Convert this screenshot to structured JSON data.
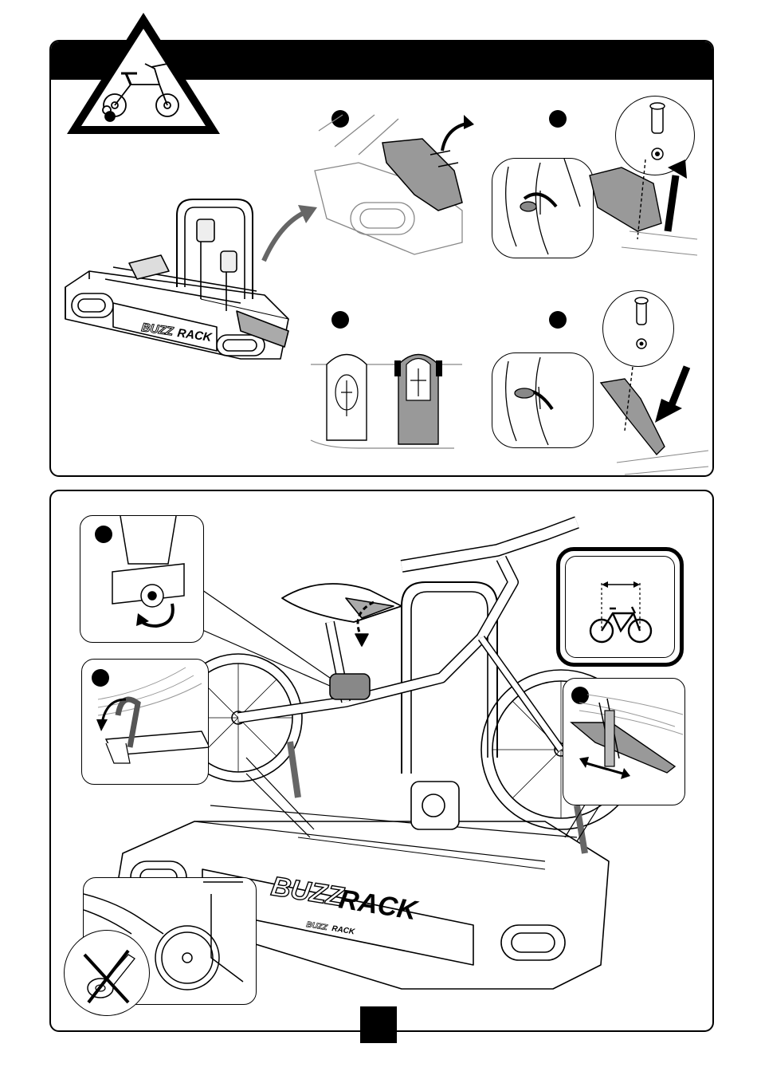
{
  "document": {
    "page_number": "",
    "brand_logo": {
      "part1": "BUZZ",
      "part2": "RACK",
      "small_part1": "BUZZ",
      "small_part2": "RACK"
    }
  },
  "top_panel": {
    "warning_sign": {
      "icon": "balance-bike-warning-icon"
    },
    "steps": [
      {
        "marker": "step-marker",
        "illustration": "platform-wheel-holder-flip"
      },
      {
        "marker": "step-marker",
        "illustration": "wheel-holder-pin-removal"
      },
      {
        "marker": "step-marker",
        "illustration": "wheel-holder-front-back-view"
      },
      {
        "marker": "step-marker",
        "illustration": "wheel-holder-pin-reinsert"
      }
    ]
  },
  "bottom_panel": {
    "callouts": [
      {
        "marker": "step-marker",
        "illustration": "clamp-knob-tighten"
      },
      {
        "marker": "step-marker",
        "illustration": "strap-wrap"
      },
      {
        "marker": "step-marker",
        "illustration": "wheel-holder-slide-adjust"
      },
      {
        "marker": "",
        "illustration": "remove-training-wheels"
      }
    ],
    "wheelbase_icon": "wheelbase-measure-icon"
  },
  "colors": {
    "line": "#000000",
    "shade": "#999999",
    "light_shade": "#cfcfcf"
  }
}
